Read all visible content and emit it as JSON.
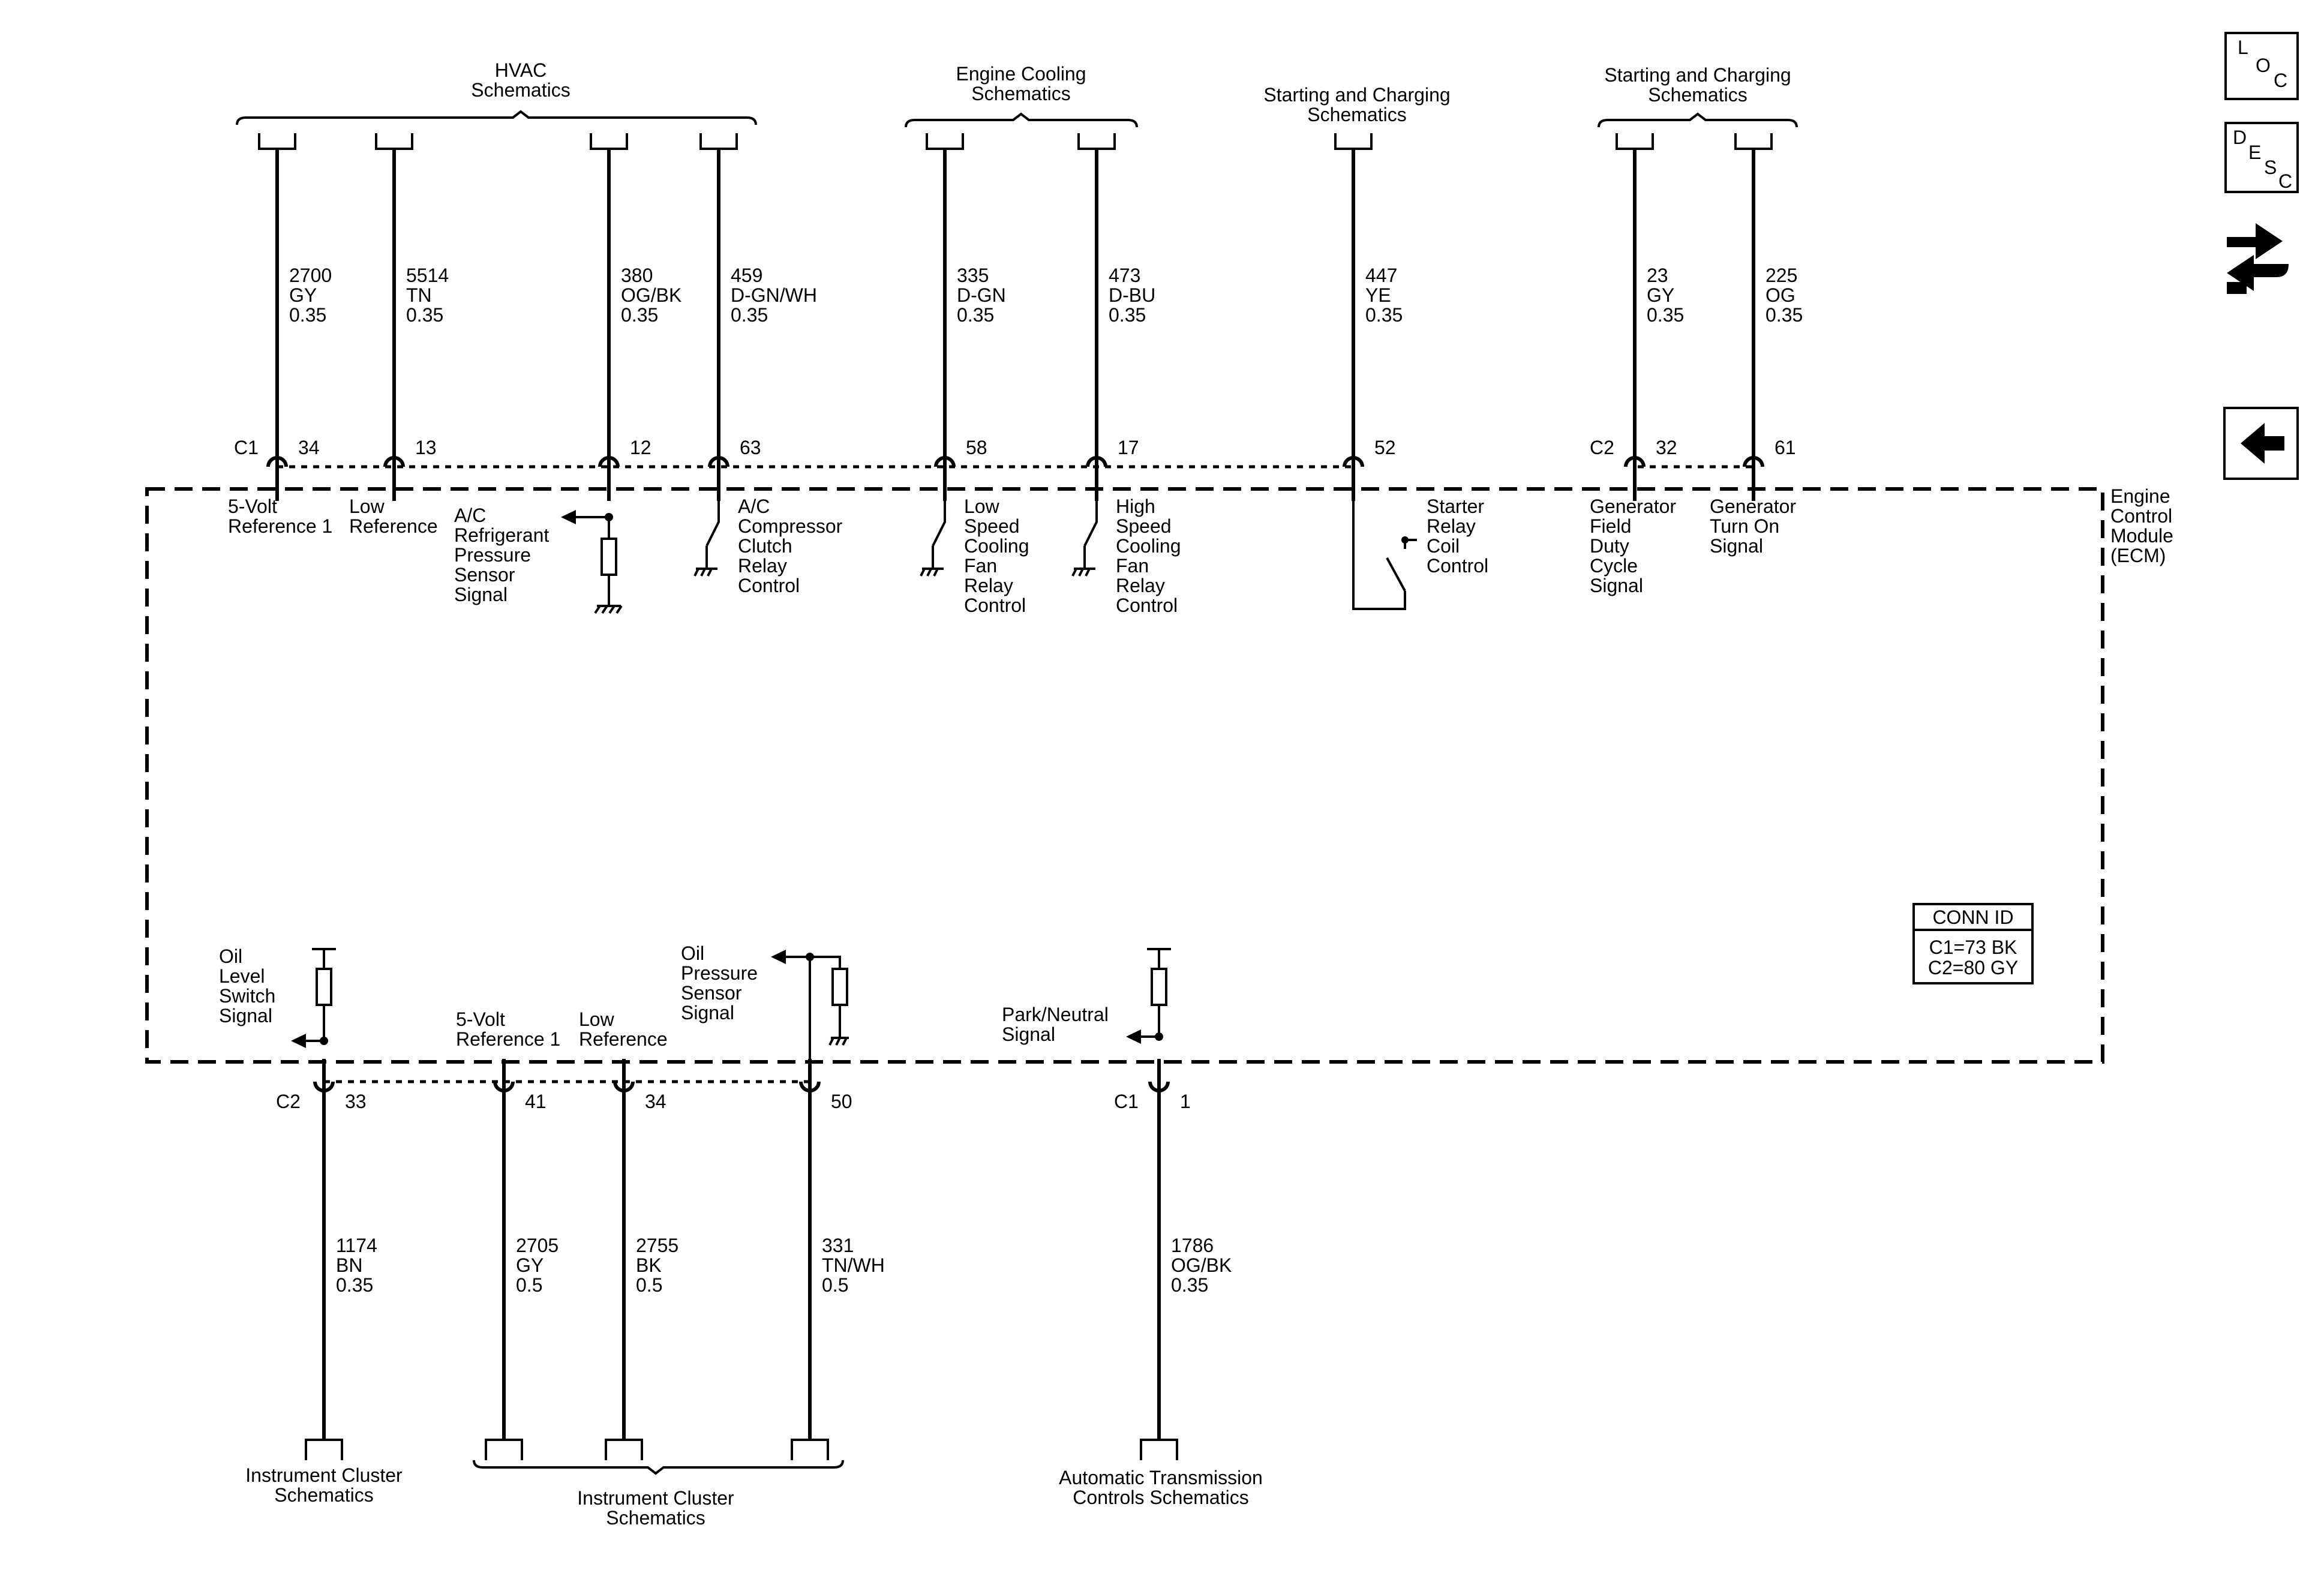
{
  "icons": [
    "loc-icon",
    "desc-icon",
    "connector-end-view-icon",
    "back-arrow-icon"
  ],
  "icon_text": {
    "loc": [
      "L",
      "O",
      "C"
    ],
    "desc": [
      "D",
      "E",
      "S",
      "C"
    ]
  },
  "module": [
    "Engine",
    "Control",
    "Module",
    "(ECM)"
  ],
  "conn_id": {
    "title": "CONN ID",
    "lines": [
      "C1=73 BK",
      "C2=80 GY"
    ]
  },
  "top_destinations": {
    "hvac": [
      "HVAC",
      "Schematics"
    ],
    "engine_cooling": [
      "Engine Cooling",
      "Schematics"
    ],
    "starting_charging_1": [
      "Starting and Charging",
      "Schematics"
    ],
    "starting_charging_2": [
      "Starting and Charging",
      "Schematics"
    ]
  },
  "bottom_destinations": {
    "instrument_cluster_1": [
      "Instrument Cluster",
      "Schematics"
    ],
    "instrument_cluster_2": [
      "Instrument Cluster",
      "Schematics"
    ],
    "automatic_transmission": [
      "Automatic Transmission",
      "Controls Schematics"
    ]
  },
  "connector_labels": {
    "top_c1": "C1",
    "top_c2": "C2",
    "bottom_c2": "C2",
    "bottom_c1": "C1"
  },
  "top_circuits": [
    {
      "circuit": "2700",
      "color": "GY",
      "gauge": "0.35",
      "pin": "34",
      "function": [
        "5-Volt",
        "Reference 1"
      ]
    },
    {
      "circuit": "5514",
      "color": "TN",
      "gauge": "0.35",
      "pin": "13",
      "function": [
        "Low",
        "Reference"
      ]
    },
    {
      "circuit": "380",
      "color": "OG/BK",
      "gauge": "0.35",
      "pin": "12",
      "function": [
        "A/C",
        "Refrigerant",
        "Pressure",
        "Sensor",
        "Signal"
      ]
    },
    {
      "circuit": "459",
      "color": "D-GN/WH",
      "gauge": "0.35",
      "pin": "63",
      "function": [
        "A/C",
        "Compressor",
        "Clutch",
        "Relay",
        "Control"
      ]
    },
    {
      "circuit": "335",
      "color": "D-GN",
      "gauge": "0.35",
      "pin": "58",
      "function": [
        "Low",
        "Speed",
        "Cooling",
        "Fan",
        "Relay",
        "Control"
      ]
    },
    {
      "circuit": "473",
      "color": "D-BU",
      "gauge": "0.35",
      "pin": "17",
      "function": [
        "High",
        "Speed",
        "Cooling",
        "Fan",
        "Relay",
        "Control"
      ]
    },
    {
      "circuit": "447",
      "color": "YE",
      "gauge": "0.35",
      "pin": "52",
      "function": [
        "Starter",
        "Relay",
        "Coil",
        "Control"
      ]
    },
    {
      "circuit": "23",
      "color": "GY",
      "gauge": "0.35",
      "pin": "32",
      "function": [
        "Generator",
        "Field",
        "Duty",
        "Cycle",
        "Signal"
      ]
    },
    {
      "circuit": "225",
      "color": "OG",
      "gauge": "0.35",
      "pin": "61",
      "function": [
        "Generator",
        "Turn On",
        "Signal"
      ]
    }
  ],
  "bottom_circuits": [
    {
      "circuit": "1174",
      "color": "BN",
      "gauge": "0.35",
      "pin": "33",
      "function": [
        "Oil",
        "Level",
        "Switch",
        "Signal"
      ]
    },
    {
      "circuit": "2705",
      "color": "GY",
      "gauge": "0.5",
      "pin": "41",
      "function": [
        "5-Volt",
        "Reference 1"
      ]
    },
    {
      "circuit": "2755",
      "color": "BK",
      "gauge": "0.5",
      "pin": "34",
      "function": [
        "Low",
        "Reference"
      ]
    },
    {
      "circuit": "331",
      "color": "TN/WH",
      "gauge": "0.5",
      "pin": "50",
      "function": [
        "Oil",
        "Pressure",
        "Sensor",
        "Signal"
      ]
    },
    {
      "circuit": "1786",
      "color": "OG/BK",
      "gauge": "0.35",
      "pin": "1",
      "function": [
        "Park/Neutral",
        "Signal"
      ]
    }
  ]
}
